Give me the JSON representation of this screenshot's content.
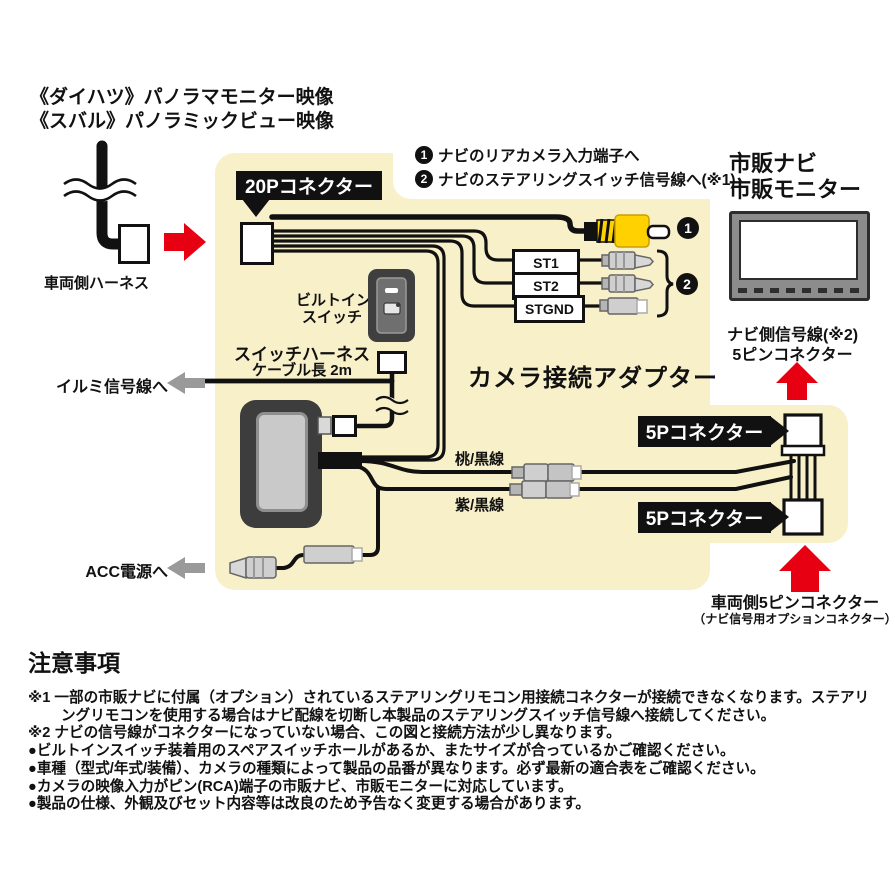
{
  "header": {
    "title_line1": "《ダイハツ》パノラマモニター映像",
    "title_line2": "《スバル》パノラミックビュー映像"
  },
  "diagram": {
    "vehicle_harness_label": "車両側ハーネス",
    "connector_20p_label": "20Pコネクター",
    "annotations": [
      {
        "marker": "1",
        "text": "ナビのリアカメラ入力端子へ"
      },
      {
        "marker": "2",
        "text": "ナビのステアリングスイッチ信号線へ(※1)"
      }
    ],
    "marker_rca": "1",
    "marker_steering": "2",
    "st_labels": [
      "ST1",
      "ST2",
      "STGND"
    ],
    "builtin_switch_line1": "ビルトイン",
    "builtin_switch_line2": "スイッチ",
    "switch_harness_line1": "スイッチハーネス",
    "switch_harness_line2": "ケーブル長 2m",
    "adapter_title": "カメラ接続アダプター",
    "illumination_label": "イルミ信号線へ",
    "acc_label": "ACC電源へ",
    "wire_pink_label": "桃/黒線",
    "wire_purple_label": "紫/黒線",
    "connector_5p_label_top": "5Pコネクター",
    "connector_5p_label_bottom": "5Pコネクター",
    "market_nav_line1": "市販ナビ",
    "market_nav_line2": "市販モニター",
    "nav_signal_line1": "ナビ側信号線(※2)",
    "nav_signal_line2": "5ピンコネクター",
    "vehicle_5pin_line1": "車両側5ピンコネクター",
    "vehicle_5pin_line2": "（ナビ信号用オプションコネクター）"
  },
  "notes": {
    "heading": "注意事項",
    "items": [
      {
        "prefix": "※1",
        "text": "一部の市販ナビに付属（オプション）されているステアリングリモコン用接続コネクターが接続できなくなります。ステアリングリモコンを使用する場合はナビ配線を切断し本製品のステアリングスイッチ信号線へ接続してください。"
      },
      {
        "prefix": "※2",
        "text": "ナビの信号線がコネクターになっていない場合、この図と接続方法が少し異なります。"
      },
      {
        "prefix": "●",
        "text": "ビルトインスイッチ装着用のスペアスイッチホールがあるか、またサイズが合っているかご確認ください。"
      },
      {
        "prefix": "●",
        "text": "車種（型式/年式/装備）、カメラの種類によって製品の品番が異なります。必ず最新の適合表をご確認ください。"
      },
      {
        "prefix": "●",
        "text": "カメラの映像入力がピン(RCA)端子の市販ナビ、市販モニターに対応しています。"
      },
      {
        "prefix": "●",
        "text": "製品の仕様、外観及びセット内容等は改良のため予告なく変更する場合があります。"
      }
    ]
  },
  "colors": {
    "panel_beige": "#f7f0c9",
    "accent_red": "#e60012",
    "arrow_gray": "#9a9a9a",
    "rca_yellow": "#ffd100",
    "ink_black": "#111111"
  }
}
